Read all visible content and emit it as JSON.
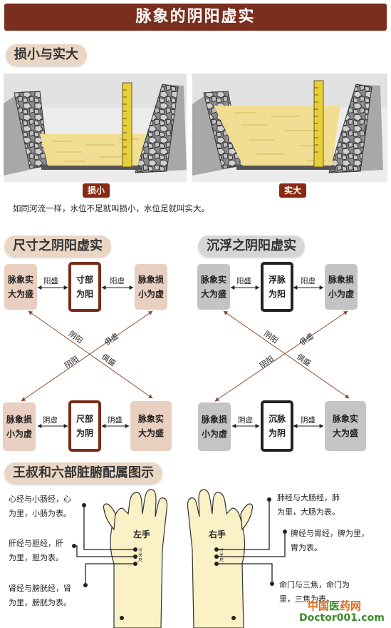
{
  "title": "脉象的阴阳虚实",
  "section1": {
    "heading": "损小与实大",
    "left_label": "损小",
    "right_label": "实大",
    "caption": "如同河流一样，水位不足就叫损小，水位足就叫实大。"
  },
  "section2": {
    "heading": "尺寸之阴阳虚实",
    "top_left": "脉象实\n大为盛",
    "top_center": "寸部\n为阳",
    "top_right": "脉象损\n小为虚",
    "bottom_left": "脉象损\n小为虚",
    "bottom_center": "尺部\n为阴",
    "bottom_right": "脉象实\n大为盛",
    "top_left_arrow": "阳盛",
    "top_right_arrow": "阳虚",
    "bottom_left_arrow": "阴虚",
    "bottom_right_arrow": "阴盛",
    "cross_1a": "阴阳",
    "cross_1b": "俱虚",
    "cross_2a": "阴阳",
    "cross_2b": "俱盛"
  },
  "section3": {
    "heading": "沉浮之阴阳虚实",
    "top_left": "脉象实\n大为盛",
    "top_center": "浮脉\n为阳",
    "top_right": "脉象损\n小为虚",
    "bottom_left": "脉象损\n小为虚",
    "bottom_center": "沉脉\n为阴",
    "bottom_right": "脉象实\n大为盛",
    "top_left_arrow": "阳盛",
    "top_right_arrow": "阳虚",
    "bottom_left_arrow": "阴虚",
    "bottom_right_arrow": "阴盛",
    "cross_1a": "阴阳",
    "cross_1b": "俱虚",
    "cross_2a": "阴阳",
    "cross_2b": "俱盛"
  },
  "section4": {
    "heading": "王叔和六部脏腑配属图示",
    "left_hand": "左手",
    "right_hand": "右手",
    "left_1": "心经与小肠经，心\n为里，小肠为表。",
    "left_2": "肝经与胆经，肝\n为里，胆为表。",
    "left_3": "肾经与膀胱经，肾\n为里，膀胱为表。",
    "right_1": "肺经与大肠经，肺\n为里，大肠为表。",
    "right_2": "脾经与胃经，脾为里，\n胃为表。",
    "right_3": "命门与三焦，命门为\n里，三焦为表。",
    "wrist_marks": [
      "寸",
      "关",
      "尺"
    ]
  },
  "watermark": {
    "line1_a": "中国",
    "line1_b": "医",
    "line1_c": "药网",
    "line2": "Doctor001.com"
  },
  "colors": {
    "banner": "#7a2e1d",
    "label_red": "#8b2a14",
    "tan_box": "#e8cfbf",
    "gray_box": "#c4c4c4",
    "water": "#f2de93",
    "ruler": "#e6cf3a",
    "arrow_brown": "#8a4a2a"
  }
}
